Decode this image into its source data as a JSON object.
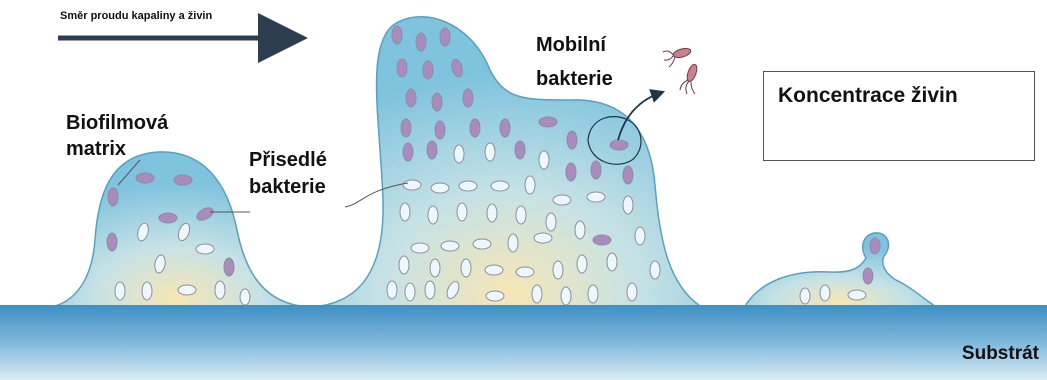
{
  "labels": {
    "flow_direction": "Směr proudu kapaliny a živin",
    "biofilm_matrix": "Biofilmová\nmatrix",
    "attached_bacteria": "Přisedlé\nbakterie",
    "mobile_bacteria": "Mobilní\nbakterie",
    "nutrient_concentration": "Koncentrace živin",
    "substrate": "Substrát"
  },
  "colors": {
    "biofilm_blue": "#8ccbe3",
    "biofilm_core": "#f7e6b5",
    "biofilm_outline": "#5a9fbf",
    "substrate_top": "#3f8fc4",
    "substrate_bottom": "#cfe7f5",
    "bacterium_purple": "#a98bbd",
    "bacterium_white": "#eef7fb",
    "flow_arrow": "#2c3e50"
  },
  "icons": {
    "nutrient_high": "up-arrow-icon",
    "nutrient_low": "down-arrow-icon",
    "mobile_bacterium": "flagellated-bacterium-icon"
  }
}
